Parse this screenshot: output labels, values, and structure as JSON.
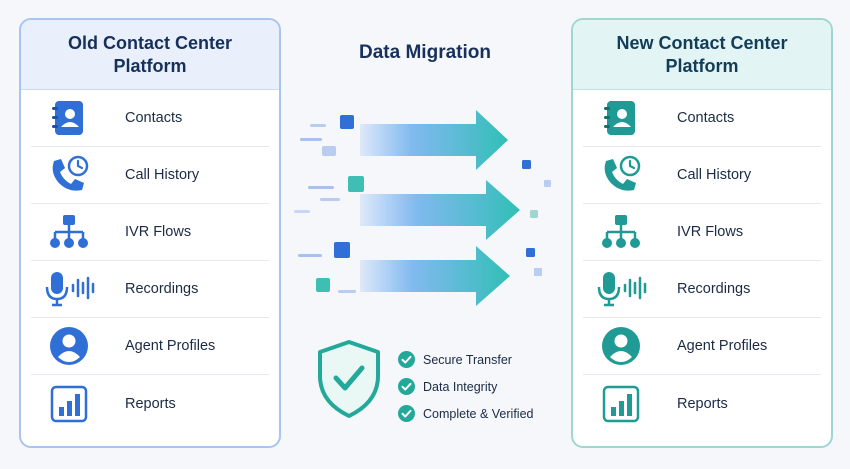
{
  "title": "Data Migration",
  "old_panel": {
    "title_line1": "Old Contact Center",
    "title_line2": "Platform",
    "items": [
      {
        "label": "Contacts",
        "icon": "contacts-book-icon"
      },
      {
        "label": "Call History",
        "icon": "phone-clock-icon"
      },
      {
        "label": "IVR Flows",
        "icon": "flow-tree-icon"
      },
      {
        "label": "Recordings",
        "icon": "microphone-waveform-icon"
      },
      {
        "label": "Agent Profiles",
        "icon": "user-avatar-icon"
      },
      {
        "label": "Reports",
        "icon": "bar-chart-icon"
      }
    ]
  },
  "new_panel": {
    "title_line1": "New Contact Center",
    "title_line2": "Platform",
    "items": [
      {
        "label": "Contacts",
        "icon": "contacts-book-icon"
      },
      {
        "label": "Call History",
        "icon": "phone-clock-icon"
      },
      {
        "label": "IVR Flows",
        "icon": "flow-tree-icon"
      },
      {
        "label": "Recordings",
        "icon": "microphone-waveform-icon"
      },
      {
        "label": "Agent Profiles",
        "icon": "user-avatar-icon"
      },
      {
        "label": "Reports",
        "icon": "bar-chart-icon"
      }
    ]
  },
  "checks": [
    {
      "label": "Secure Transfer",
      "icon": "check-circle-icon"
    },
    {
      "label": "Data Integrity",
      "icon": "check-circle-icon"
    },
    {
      "label": "Complete & Verified",
      "icon": "check-circle-icon"
    }
  ],
  "colors": {
    "old_accent": "#2f6fd6",
    "new_accent": "#1f9a94",
    "check": "#23a99a",
    "title": "#17305c"
  }
}
